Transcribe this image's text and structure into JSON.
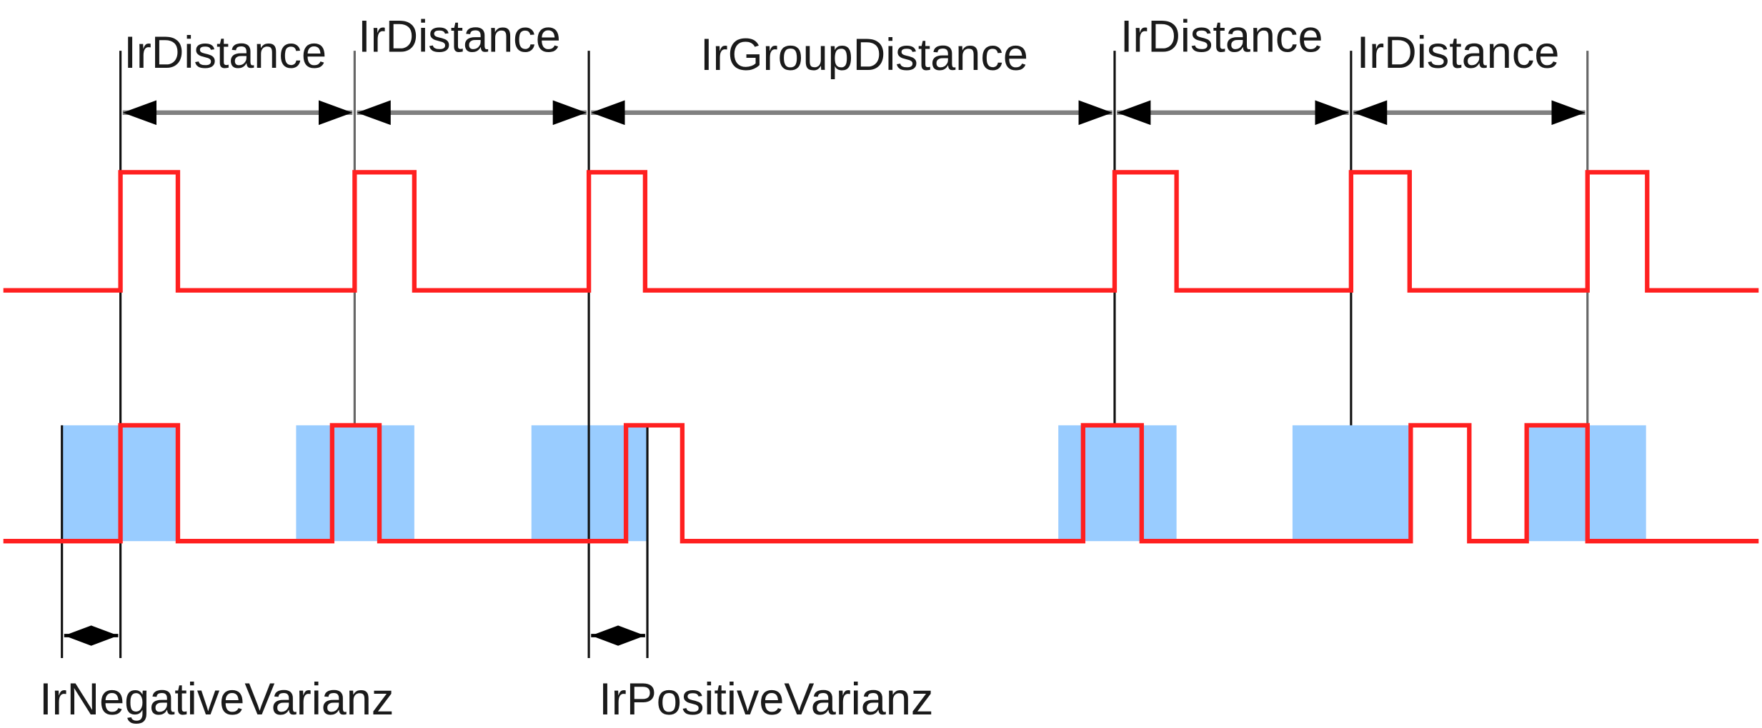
{
  "title_labels": {
    "d1": "IrDistance",
    "d2": "IrDistance",
    "group": "IrGroupDistance",
    "d3": "IrDistance",
    "d4": "IrDistance"
  },
  "bottom_labels": {
    "negative": "IrNegativeVarianz",
    "positive": "IrPositiveVarianz"
  },
  "colors": {
    "signal": "#ff2020",
    "window": "#99ccff",
    "line": "#111111",
    "arrow_line": "#808080"
  }
}
